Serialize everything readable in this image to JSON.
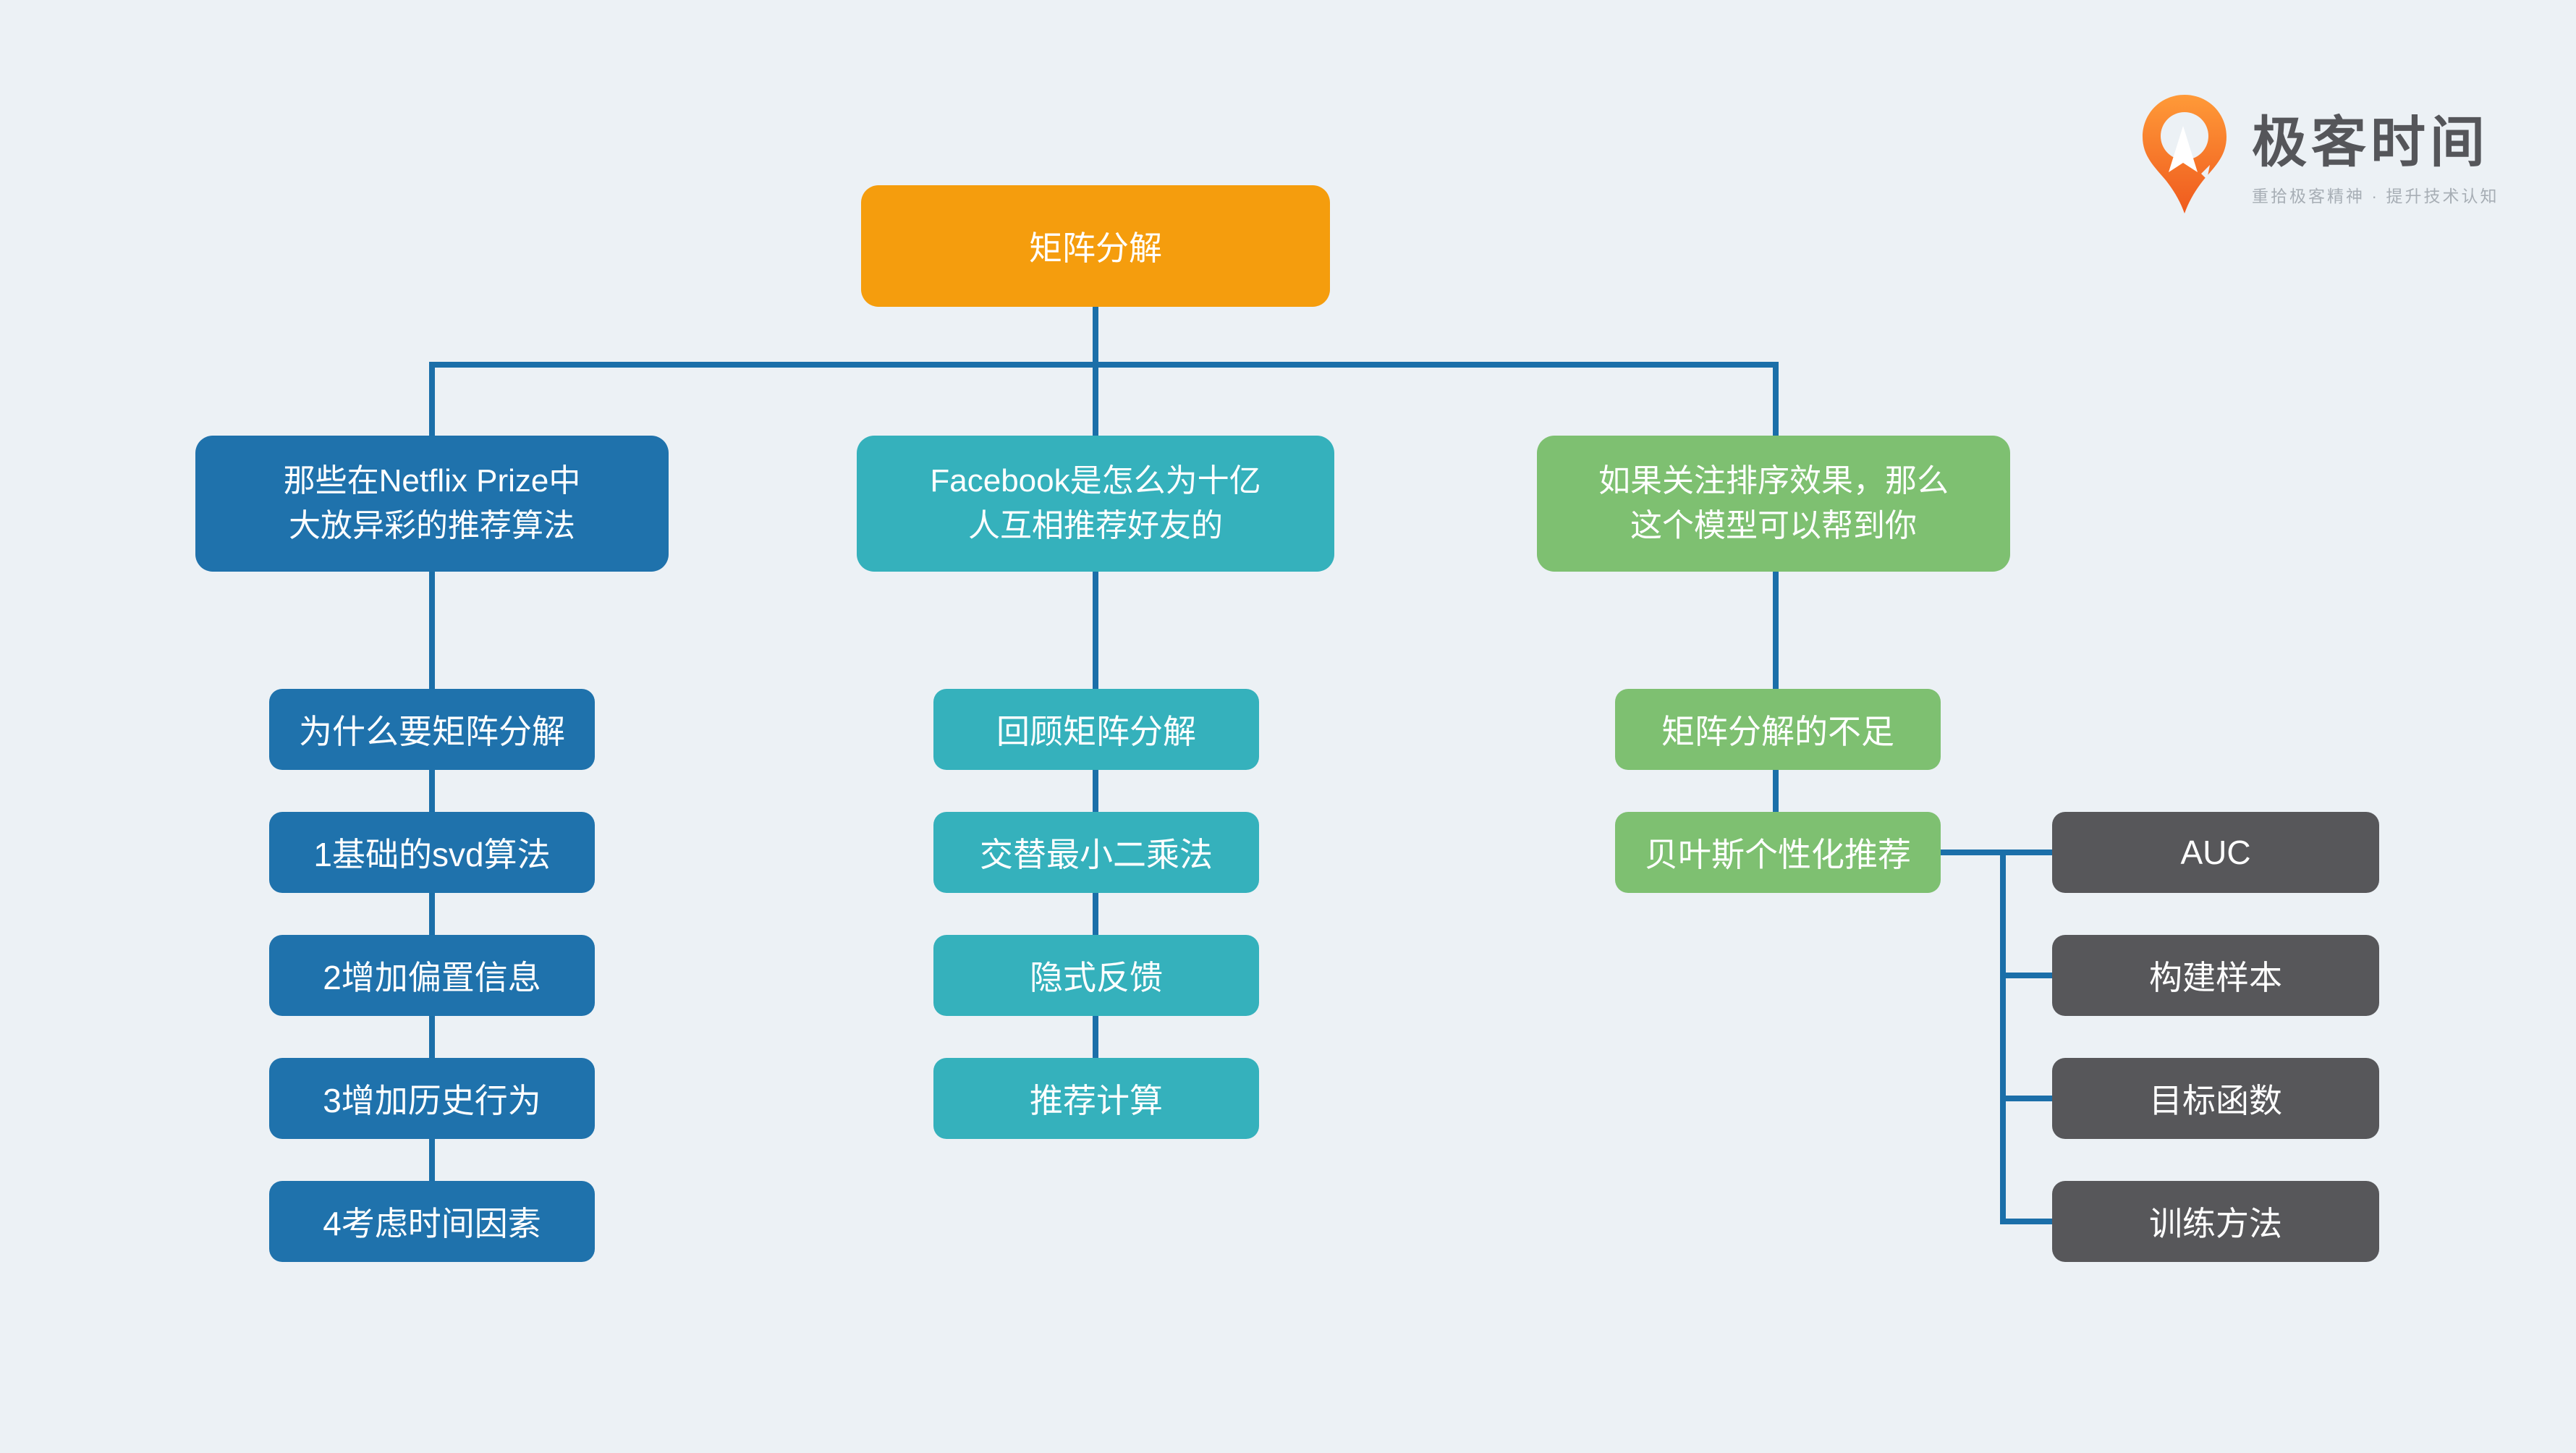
{
  "logo": {
    "title": "极客时间",
    "tagline": "重拾极客精神 · 提升技术认知",
    "icon": "geektime-pin-icon"
  },
  "palette": {
    "bg": "#ECF1F5",
    "line": "#1B6FA9",
    "orange": "#F59D0D",
    "blue": "#1F72AC",
    "teal": "#35B1BC",
    "green": "#7EC071",
    "gray": "#57575A",
    "brand_orange": "#F26C1B",
    "brand_text": "#55565A",
    "brand_sub": "#A7AEB5"
  },
  "tree": {
    "root": {
      "label": "矩阵分解",
      "color": "#F59D0D"
    },
    "branches": [
      {
        "title": "那些在Netflix Prize中\n大放异彩的推荐算法",
        "color": "#1F72AC",
        "children": [
          "为什么要矩阵分解",
          "1基础的svd算法",
          "2增加偏置信息",
          "3增加历史行为",
          "4考虑时间因素"
        ]
      },
      {
        "title": "Facebook是怎么为十亿\n人互相推荐好友的",
        "color": "#35B1BC",
        "children": [
          "回顾矩阵分解",
          "交替最小二乘法",
          "隐式反馈",
          "推荐计算"
        ]
      },
      {
        "title": "如果关注排序效果，那么\n这个模型可以帮到你",
        "color": "#7EC071",
        "children": [
          "矩阵分解的不足",
          "贝叶斯个性化推荐"
        ],
        "grandchildren": {
          "parent": "贝叶斯个性化推荐",
          "color": "#57575A",
          "items": [
            "AUC",
            "构建样本",
            "目标函数",
            "训练方法"
          ]
        }
      }
    ]
  }
}
